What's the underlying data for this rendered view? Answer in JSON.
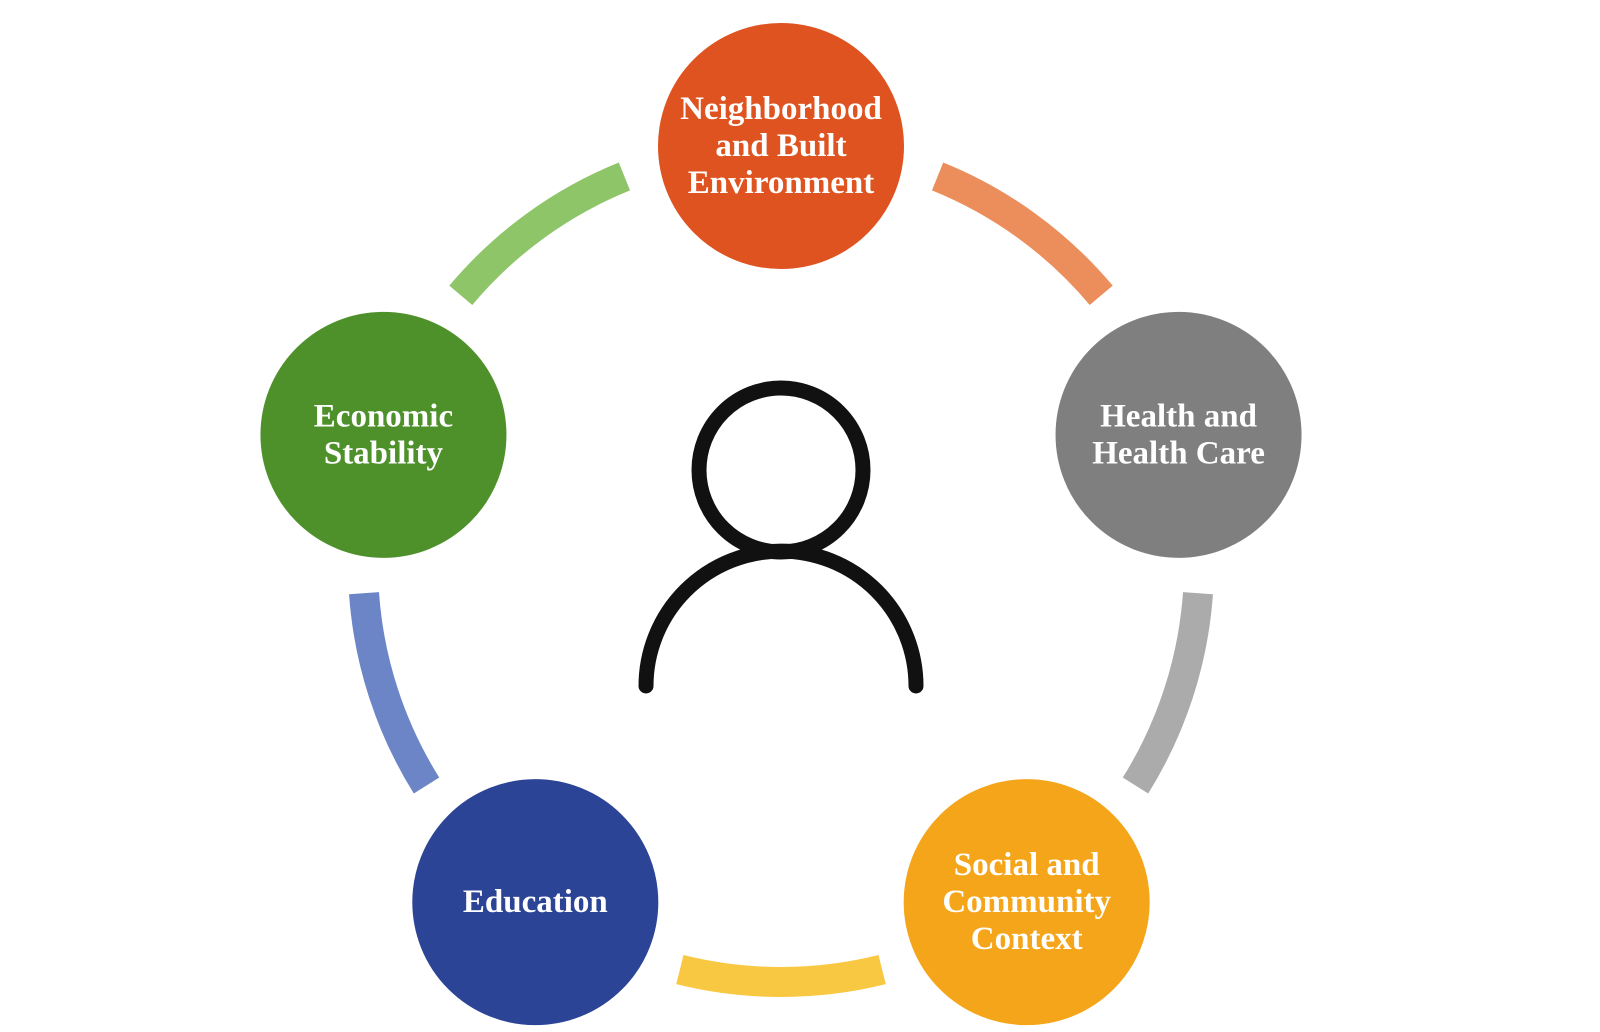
{
  "diagram": {
    "center_icon": "person-icon",
    "nodes": [
      {
        "id": "neighborhood",
        "lines": [
          "Neighborhood",
          "and Built",
          "Environment"
        ],
        "color": "#DE531F",
        "arc_color": "#EC8D5C"
      },
      {
        "id": "health",
        "lines": [
          "Health and",
          "Health Care"
        ],
        "color": "#7F7F7F",
        "arc_color": "#ABABAB"
      },
      {
        "id": "social",
        "lines": [
          "Social and",
          "Community",
          "Context"
        ],
        "color": "#F5A51A",
        "arc_color": "#F9C843"
      },
      {
        "id": "education",
        "lines": [
          "Education"
        ],
        "color": "#2C4496",
        "arc_color": "#6C85C7"
      },
      {
        "id": "economic",
        "lines": [
          "Economic",
          "Stability"
        ],
        "color": "#4E912B",
        "arc_color": "#8DC568"
      }
    ]
  }
}
